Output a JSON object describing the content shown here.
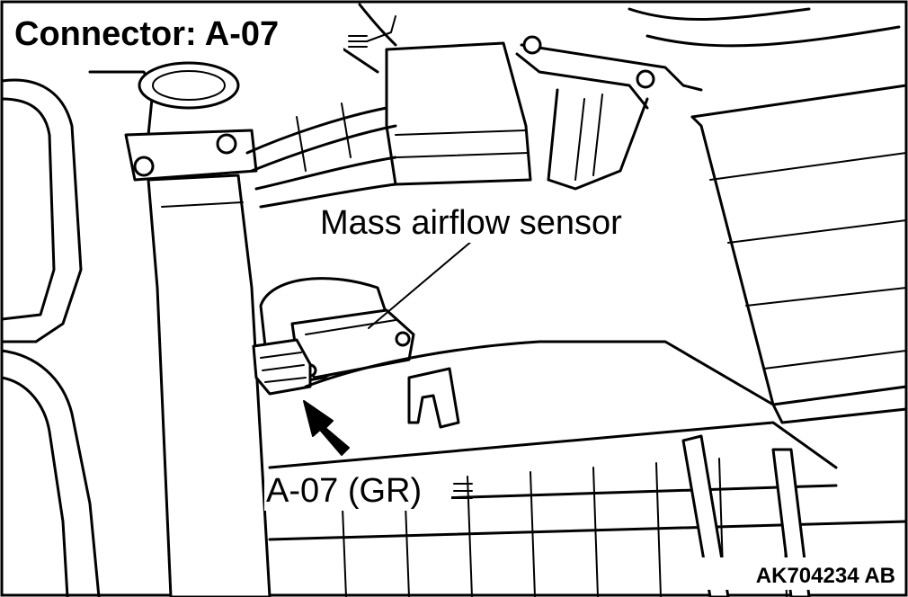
{
  "diagram": {
    "title": "Connector: A-07",
    "callout_sensor": "Mass airflow sensor",
    "callout_connector": "A-07 (GR)",
    "figure_code": "AK704234 AB",
    "colors": {
      "ink": "#000000",
      "paper": "#ffffff"
    }
  }
}
